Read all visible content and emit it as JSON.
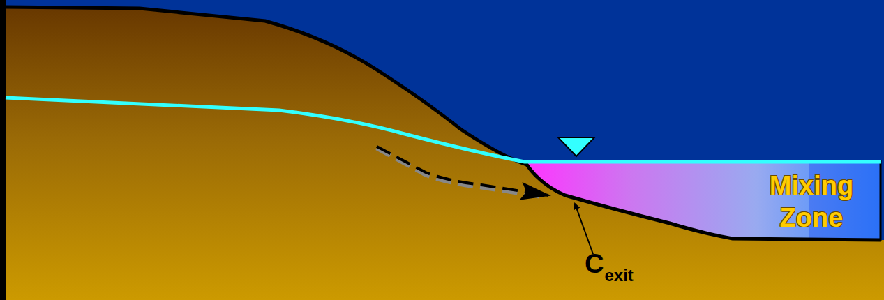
{
  "diagram": {
    "labels": [
      "Mixing Zone",
      "C",
      "exit"
    ]
  }
}
